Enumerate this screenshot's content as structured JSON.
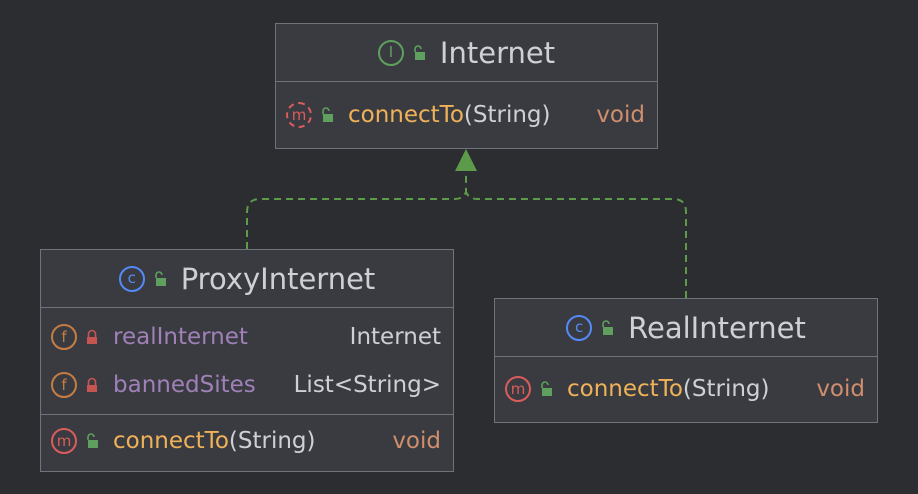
{
  "diagram": {
    "interface": {
      "name": "Internet",
      "kind_letter": "I",
      "methods": [
        {
          "name": "connectTo",
          "param": "String",
          "return": "void"
        }
      ]
    },
    "proxy": {
      "name": "ProxyInternet",
      "kind_letter": "c",
      "fields": [
        {
          "name": "realInternet",
          "type": "Internet"
        },
        {
          "name": "bannedSites",
          "type": "List<String>"
        }
      ],
      "methods": [
        {
          "name": "connectTo",
          "param": "String",
          "return": "void"
        }
      ]
    },
    "real": {
      "name": "RealInternet",
      "kind_letter": "c",
      "methods": [
        {
          "name": "connectTo",
          "param": "String",
          "return": "void"
        }
      ]
    },
    "letters": {
      "method": "m",
      "field": "f"
    },
    "colors": {
      "background": "#2b2d30",
      "node_fill": "#393b40",
      "edge": "#5d9a4a",
      "interface_badge": "#5fa05f",
      "class_badge": "#548af7",
      "method_badge": "#db5c5c",
      "field_badge": "#c57d42",
      "method_name": "#f0b259",
      "field_name": "#9f81b8",
      "return_type": "#cf8e6d"
    }
  }
}
